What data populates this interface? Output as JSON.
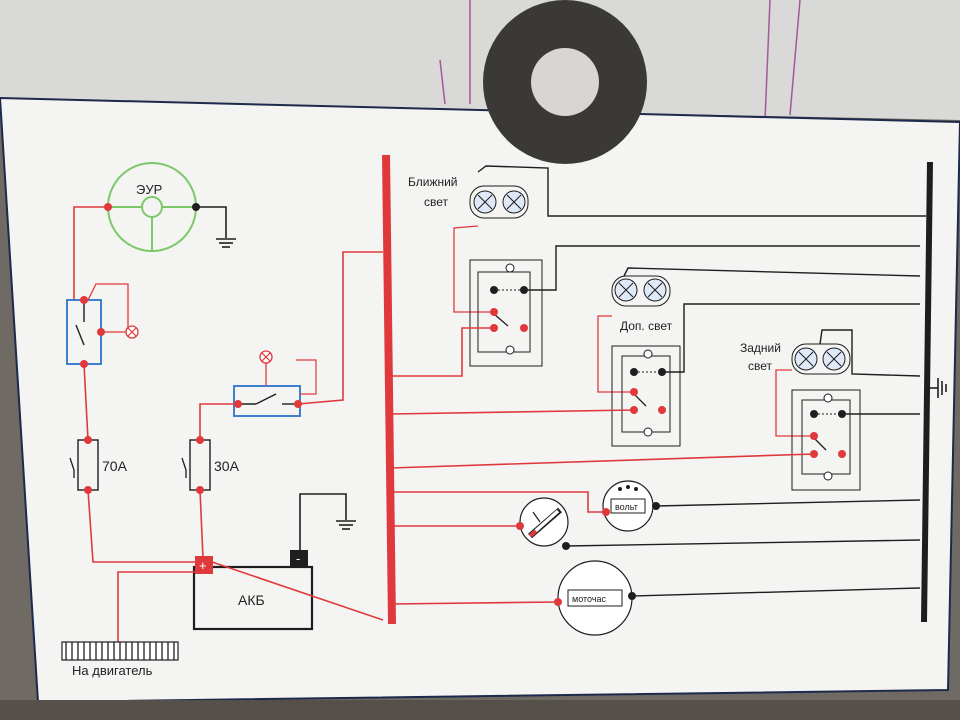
{
  "labels": {
    "eur": "ЭУР",
    "fuse_main": "70А",
    "fuse_aux": "30А",
    "battery": "АКБ",
    "battery_plus": "+",
    "battery_minus": "-",
    "engine": "На двигатель",
    "low_beam_line1": "Ближний",
    "low_beam_line2": "свет",
    "extra_light": "Доп. свет",
    "rear_light_line1": "Задний",
    "rear_light_line2": "свет",
    "voltmeter": "вольт",
    "hour_meter": "моточас"
  },
  "colors": {
    "positive_wire": "#e0393c",
    "ground_wire": "#1e1e1e",
    "relay_outline": "#3f7fd0",
    "eur_outline": "#7cc86a",
    "terminal_red": "#e0393c",
    "terminal_black": "#1e1e1e",
    "paper": "#f4f4f2"
  },
  "icons": [
    "lamp-icon",
    "ground-icon",
    "switch-icon",
    "fuse-icon",
    "gauge-icon"
  ]
}
